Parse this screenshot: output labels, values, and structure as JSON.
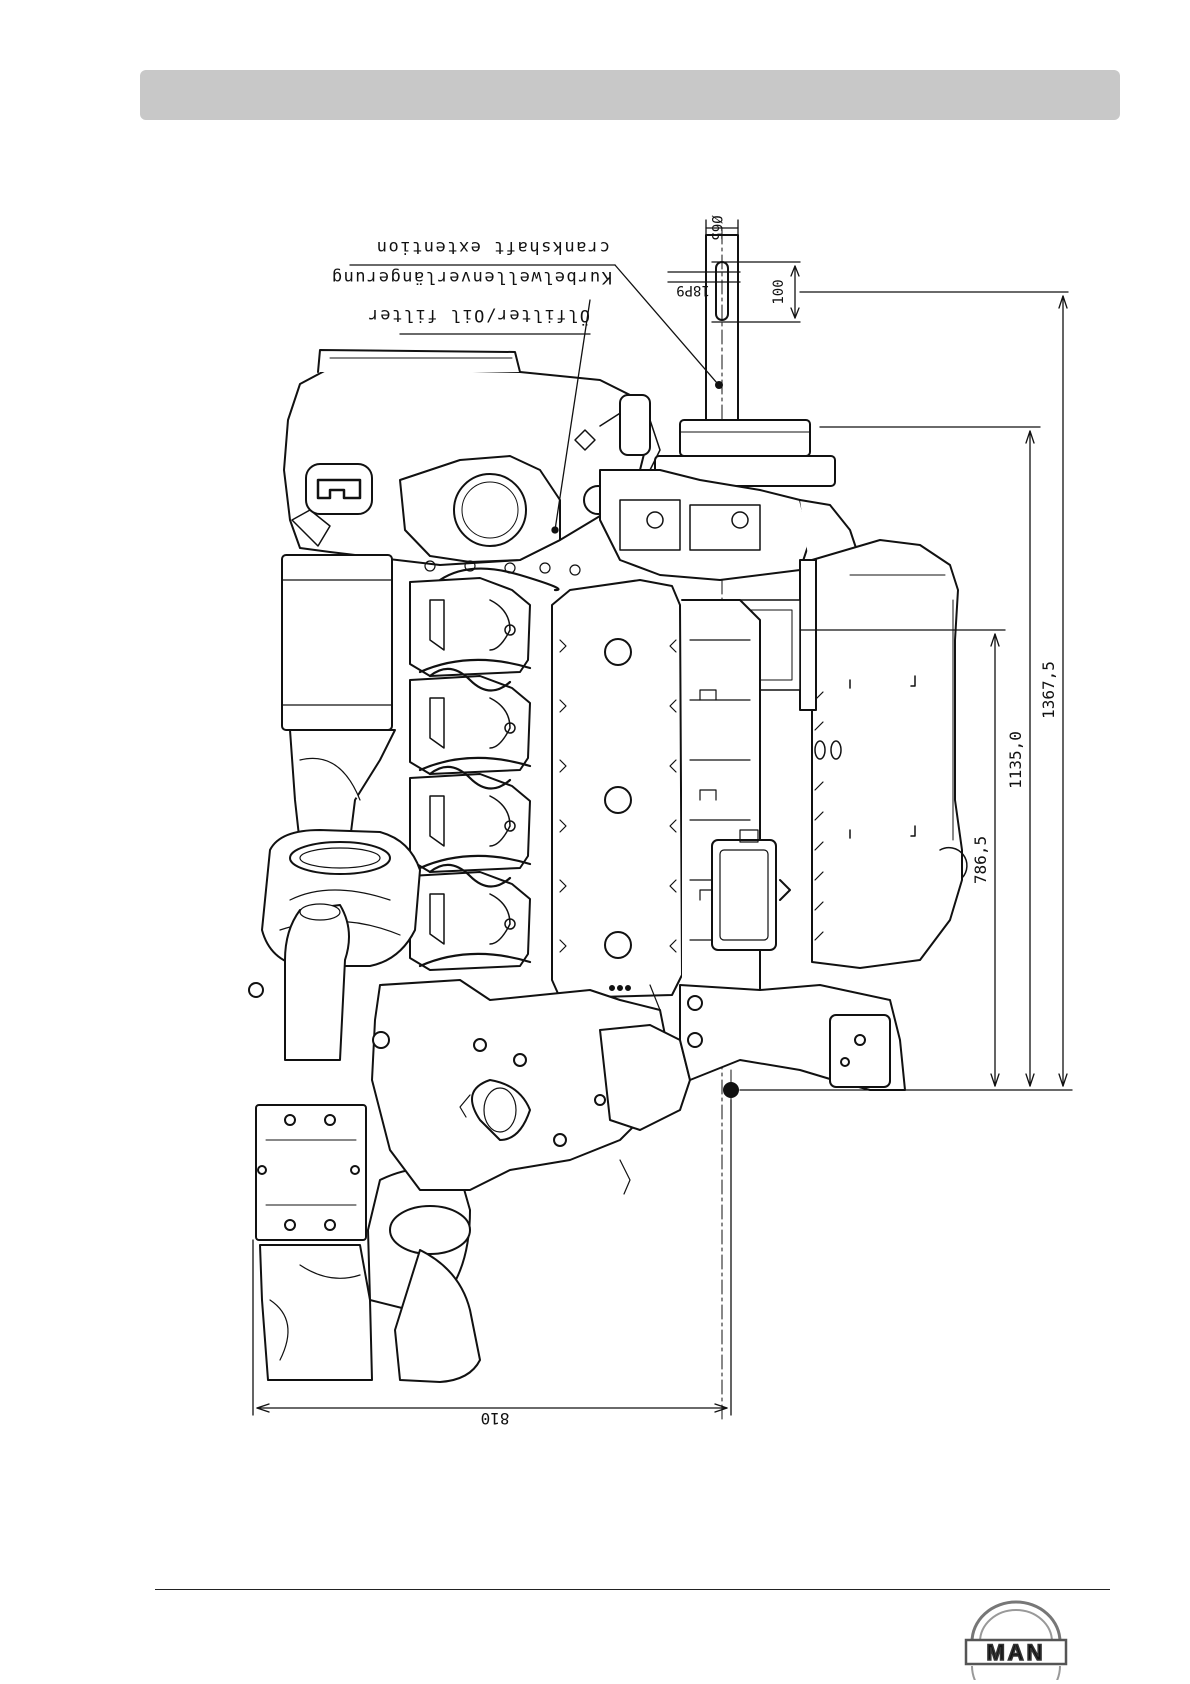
{
  "header": {
    "title": ""
  },
  "callouts": {
    "crankshaft_extension": "crankshaft extention",
    "kurbelwelle": "Kurbelwellenverlängerung",
    "oil_filter": "Ölfilter/Oil filter"
  },
  "dimensions": {
    "shaft_diameter": "Ø65",
    "key": "18P9",
    "shaft_length": "100",
    "height_total": "1367,5",
    "height_mid": "1135,0",
    "height_low": "786,5",
    "width": "810"
  },
  "logo": {
    "text": "MAN"
  },
  "colors": {
    "line": "#111111",
    "header_bar": "#c8c8c8"
  }
}
